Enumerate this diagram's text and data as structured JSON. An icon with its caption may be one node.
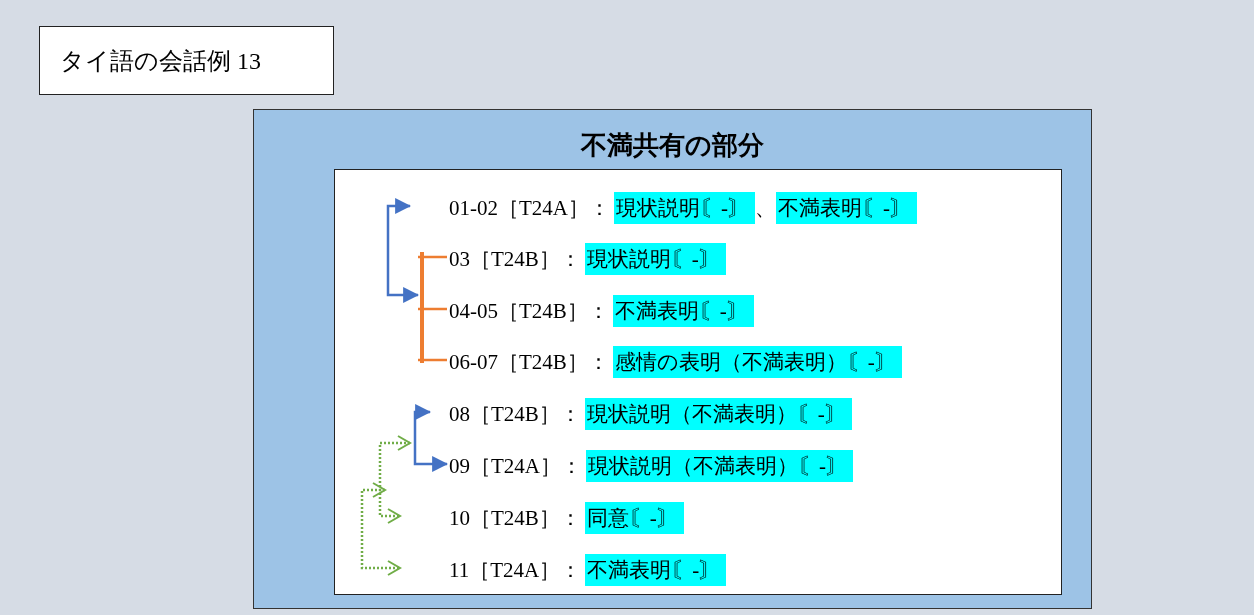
{
  "diagram": {
    "nodes": [
      {
        "text": [
          "タイ語の会話例 13"
        ]
      },
      {
        "text": [
          "不満共有の部分"
        ]
      },
      {
        "text": [],
        "shape": "box",
        "in": 1
      },
      {
        "text": [
          "01-02［T24A］：",
          "現状説明〘-〙",
          "、",
          "不満表明〘-〙"
        ],
        "in": 2
      },
      {
        "text": [
          "03［T24B］：",
          "現状説明〘-〙"
        ],
        "in": 2
      },
      {
        "text": [
          "04-05［T24B］：",
          "不満表明〘-〙"
        ],
        "in": 2
      },
      {
        "text": [
          "06-07［T24B］：",
          "感情の表明（不満表明）〘-〙"
        ],
        "in": 2
      },
      {
        "text": [
          "08［T24B］：",
          "現状説明（不満表明）〘-〙"
        ],
        "in": 2
      },
      {
        "text": [
          "09［T24A］：",
          "現状説明（不満表明）〘-〙"
        ],
        "in": 2
      },
      {
        "text": [
          "10［T24B］：",
          "同意〘-〙"
        ],
        "in": 2
      },
      {
        "text": [
          "11［T24A］：",
          "不満表明〘-〙"
        ],
        "in": 2
      },
      {
        "text": [],
        "shape": "bar",
        "in": 2
      }
    ],
    "edges": [
      {
        "from": 3,
        "to": 11,
        "arrow": "both",
        "color": "#4472c4"
      },
      {
        "from": 11,
        "to": 4,
        "arrow": "none",
        "color": "#ed7d31"
      },
      {
        "from": 11,
        "to": 5,
        "arrow": "none",
        "color": "#ed7d31"
      },
      {
        "from": 11,
        "to": 6,
        "arrow": "none",
        "color": "#ed7d31"
      },
      {
        "from": 7,
        "to": 8,
        "arrow": "both",
        "color": "#4472c4"
      },
      {
        "from": null,
        "to": 9,
        "arrow": "both",
        "style": "dashed",
        "color": "#70ad47"
      },
      {
        "from": null,
        "to": 10,
        "arrow": "both",
        "style": "dashed",
        "color": "#70ad47"
      }
    ]
  }
}
